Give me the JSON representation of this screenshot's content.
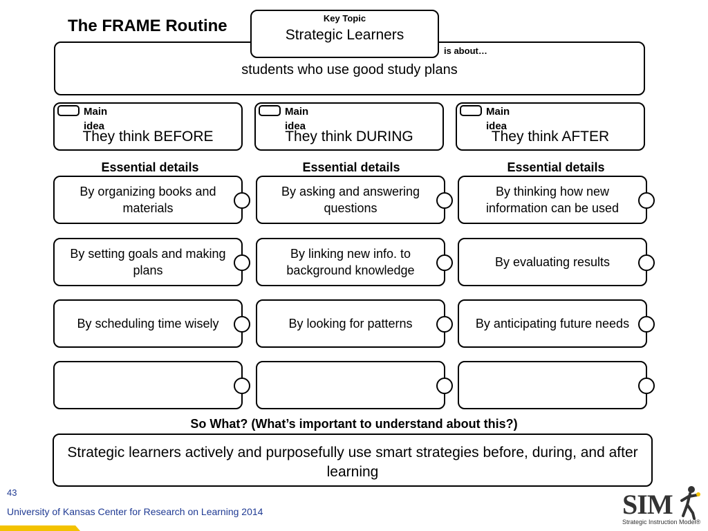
{
  "title": "The FRAME Routine",
  "key_topic": {
    "label": "Key Topic",
    "text": "Strategic Learners"
  },
  "is_about": {
    "label": "is about…",
    "text": "students who use good study plans"
  },
  "main_ideas": [
    {
      "label": "Main idea",
      "text": "They think BEFORE"
    },
    {
      "label": "Main idea",
      "text": "They think DURING"
    },
    {
      "label": "Main idea",
      "text": "They think AFTER"
    }
  ],
  "essential_details_heading": "Essential details",
  "details": [
    [
      "By organizing books and materials",
      "By setting goals and making plans",
      "By scheduling time wisely",
      ""
    ],
    [
      "By asking and answering questions",
      "By linking new info. to background knowledge",
      "By looking for patterns",
      ""
    ],
    [
      "By thinking how new information can be used",
      "By evaluating results",
      "By anticipating future needs",
      ""
    ]
  ],
  "so_what": {
    "label": "So What? (What’s important to understand about this?)",
    "text": "Strategic learners actively and purposefully use smart strategies before, during, and after learning"
  },
  "footer": {
    "slide_number": "43",
    "credit": "University of Kansas Center for Research on Learning  2014",
    "logo_text": "SIM",
    "logo_tagline": "Strategic Instruction Model®"
  },
  "colors": {
    "footer_text": "#1f3a93",
    "footer_bar": "#f3c200",
    "border": "#000000"
  }
}
